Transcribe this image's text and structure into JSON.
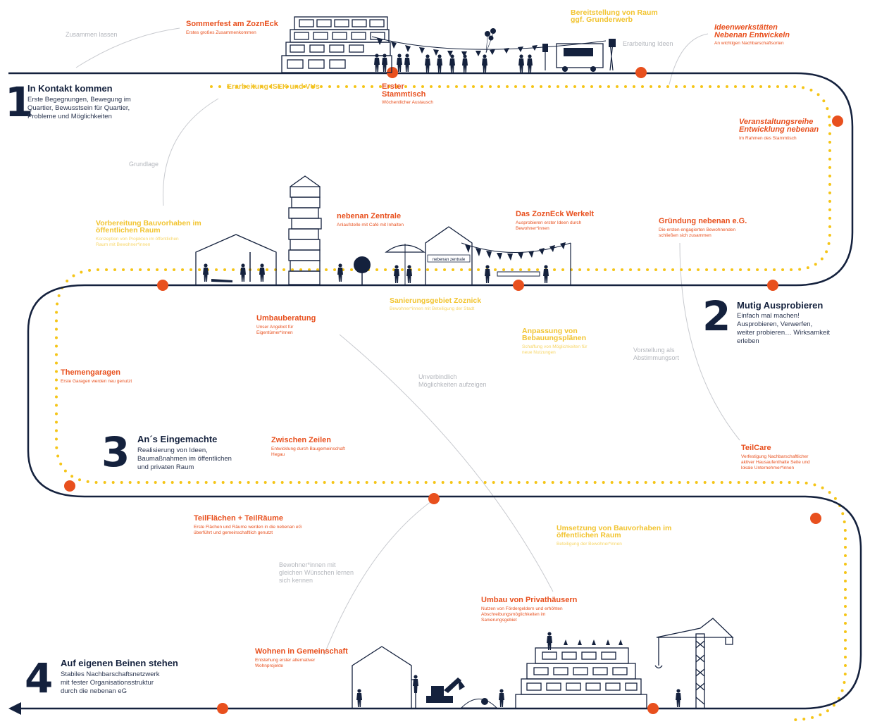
{
  "colors": {
    "path": "#14213d",
    "milestone": "#e8501e",
    "dotted": "#f5c518",
    "note_line": "#c8cacf"
  },
  "phases": [
    {
      "number": "1",
      "title": "In Kontakt kommen",
      "desc": "Erste Begegnungen, Bewegung im\nQuartier, Bewusstsein für Quartier,\nProbleme und Möglichkeiten"
    },
    {
      "number": "2",
      "title": "Mutig Ausprobieren",
      "desc": "Einfach mal machen!\nAusprobieren, Verwerfen,\nweiter probieren… Wirksamkeit\nerleben"
    },
    {
      "number": "3",
      "title": "An´s Eingemachte",
      "desc": "Realisierung von Ideen,\nBaumaßnahmen im öffentlichen\nund privaten Raum"
    },
    {
      "number": "4",
      "title": "Auf eigenen Beinen stehen",
      "desc": "Stabiles Nachbarschaftsnetzwerk\nmit fester Organisationsstruktur\ndurch die nebenan eG"
    }
  ],
  "events": [
    {
      "title": "Sommerfest am ZoznEck",
      "desc": "Erstes großes Zusammenkommen",
      "italic": false
    },
    {
      "title": "Erster\nStammtisch",
      "desc": "Wöchentlicher Austausch",
      "italic": false
    },
    {
      "title": "Ideenwerkstätten\nNebenan Entwickeln",
      "desc": "An wichtigen Nachbarschaftsorten",
      "italic": true
    },
    {
      "title": "Veranstaltungsreihe\nEntwicklung nebenan",
      "desc": "Im Rahmen des Stammtisch",
      "italic": true
    },
    {
      "title": "nebenan Zentrale",
      "desc": "Anlaufstelle mit Café mit Inhalten",
      "italic": false
    },
    {
      "title": "Das ZoznEck Werkelt",
      "desc": "Ausprobieren erster Ideen durch\nBewohner*innen",
      "italic": false
    },
    {
      "title": "Gründung nebenan e.G.",
      "desc": "Die ersten engagierten Bewohnenden\nschließen sich zusammen",
      "italic": false
    },
    {
      "title": "Umbauberatung",
      "desc": "Unser Angebot für\nEigentümer*innen",
      "italic": false
    },
    {
      "title": "Themengaragen",
      "desc": "Erste Garagen werden neu genutzt",
      "italic": false
    },
    {
      "title": "Zwischen Zeilen",
      "desc": "Entwicklung durch Baugemeinschaft\nHegau",
      "italic": false
    },
    {
      "title": "TeilCare",
      "desc": "Verfestigung Nachbarschaftlicher\naktiver Hausaufenthalte Seite und\nlokale Unternehmer*innen",
      "italic": false
    },
    {
      "title": "TeilFlächen + TeilRäume",
      "desc": "Erste Flächen und Räume werden in die nebenan eG\nüberführt und gemeinschaftlich genutzt",
      "italic": false
    },
    {
      "title": "Umbau von Privathäusern",
      "desc": "Nutzen von Fördergeldern und erhöhten\nAbschreibungsmöglichkeiten im\nSanierungsgebiet",
      "italic": false
    },
    {
      "title": "Wohnen in Gemeinschaft",
      "desc": "Entstehung erster alternativer\nWohnprojekte",
      "italic": false
    }
  ],
  "yellow_items": [
    {
      "title": "Bereitstellung von Raum\nggf. Grunderwerb",
      "desc": ""
    },
    {
      "title": "Erarbeitung ISEK und VUs",
      "desc": ""
    },
    {
      "title": "Vorbereitung Bauvorhaben im\nöffentlichen Raum",
      "desc": "Konzeption von Projekten im öffentlichen\nRaum mit Bewohner*innen"
    },
    {
      "title": "Sanierungsgebiet Zoznick",
      "desc": "Bewohner*innen mit Beteiligung der Stadt"
    },
    {
      "title": "Anpassung von\nBebauungsplänen",
      "desc": "Schaffung von Möglichkeiten für\nneue Nutzungen"
    },
    {
      "title": "Umsetzung von Bauvorhaben im\nöffentlichen Raum",
      "desc": "Beteiligung der Bewohner*innen"
    }
  ],
  "notes": [
    {
      "text": "Zusammen lassen"
    },
    {
      "text": "Erarbeitung Ideen"
    },
    {
      "text": "Grundlage"
    },
    {
      "text": "Vorstellung als\nAbstimmungsort"
    },
    {
      "text": "Unverbindlich\nMöglichkeiten aufzeigen"
    },
    {
      "text": "Bewohner*innen mit\ngleichen Wünschen lernen\nsich kennen"
    }
  ],
  "sign_label": "nebenan zentrale"
}
